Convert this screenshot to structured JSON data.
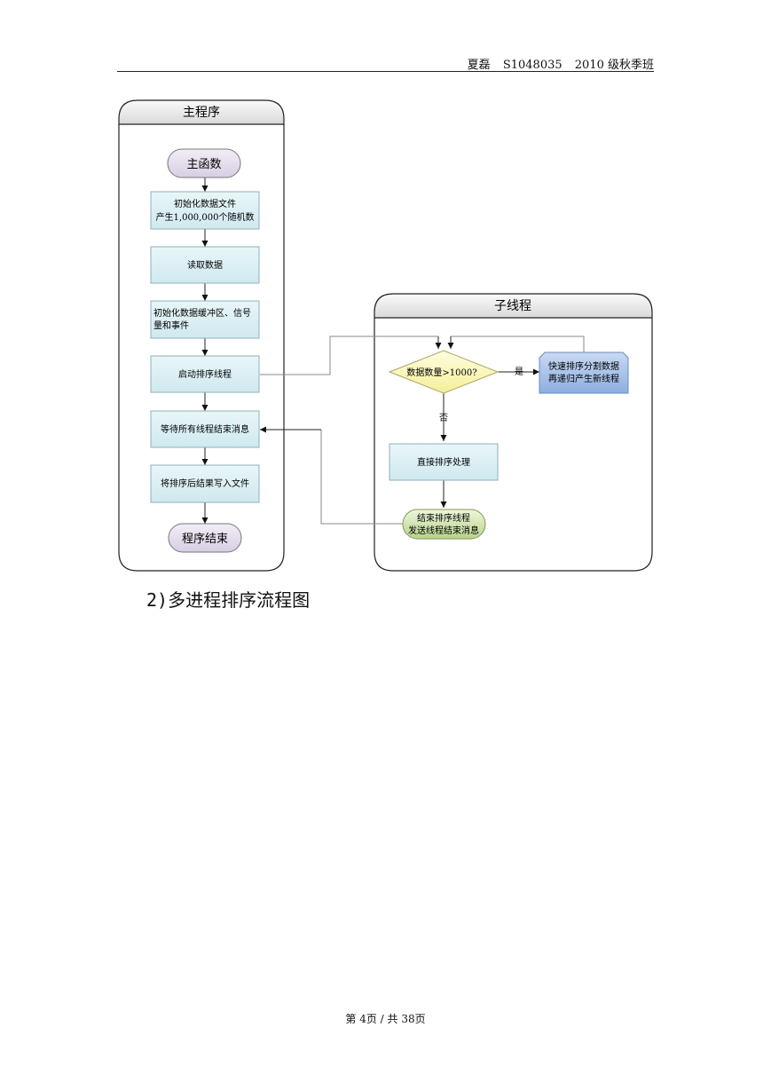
{
  "header": {
    "author": "夏磊",
    "student_id": "S1048035",
    "class": "2010 级秋季班"
  },
  "main_lane": {
    "title": "主程序",
    "start": "主函数",
    "step1_line1": "初始化数据文件",
    "step1_line2": "产生1,000,000个随机数",
    "step2": "读取数据",
    "step3_line1": "初始化数据缓冲区、信号",
    "step3_line2": "量和事件",
    "step4": "启动排序线程",
    "step5": "等待所有线程结束消息",
    "step6": "将排序后结果写入文件",
    "end": "程序结束"
  },
  "sub_lane": {
    "title": "子线程",
    "decision": "数据数量>1000?",
    "yes_label": "是",
    "no_label": "否",
    "split_line1": "快速排序分割数据",
    "split_line2": "再递归产生新线程",
    "direct_sort": "直接排序处理",
    "end_line1": "结束排序线程",
    "end_line2": "发送线程结束消息"
  },
  "caption": "2)多进程排序流程图",
  "footer": "第 4页 / 共 38页",
  "colors": {
    "process_fill": "#dff1f5",
    "terminal_fill": "#e7e0ee",
    "decision_fill": "#fbf7b3",
    "green_terminal": "#d5e7b0",
    "blue_process": "#a9c2e8"
  }
}
